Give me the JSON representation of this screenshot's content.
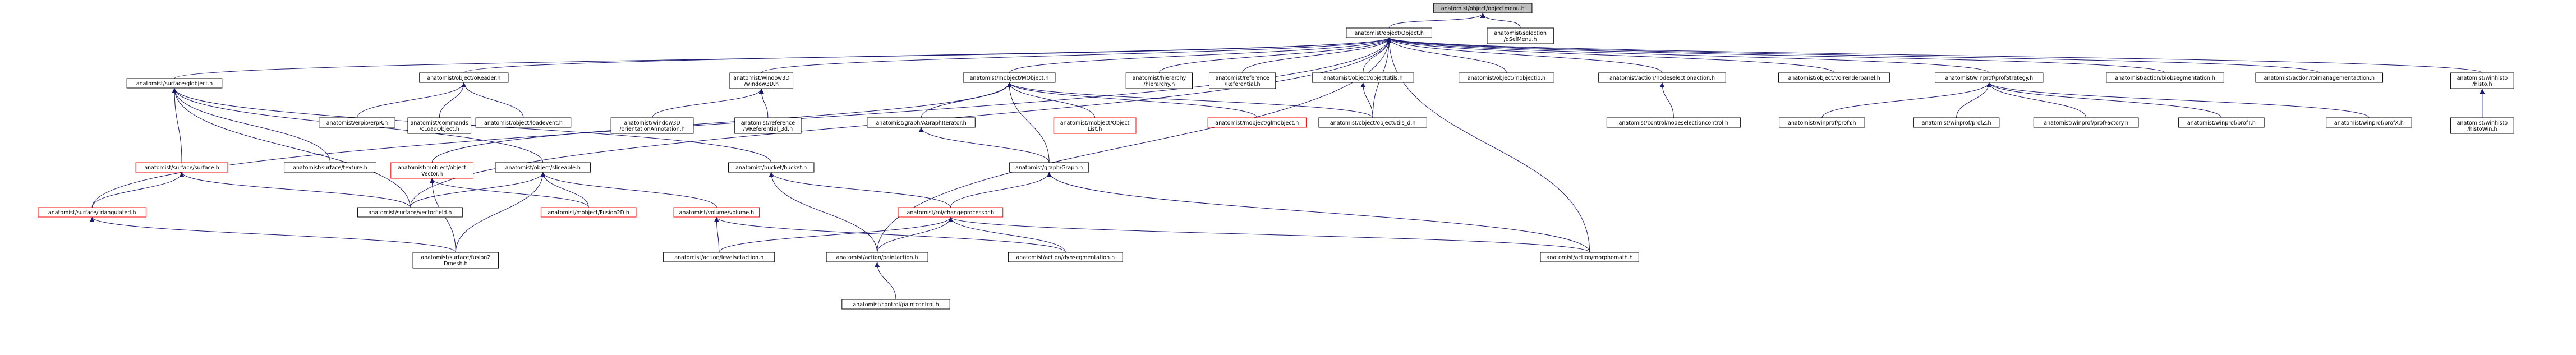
{
  "diagram": {
    "type": "include-dependency-graph",
    "colors": {
      "edge": "#191970",
      "node_border_normal": "#000000",
      "node_border_missing": "#ff0000",
      "root_fill": "#bfbfbf",
      "node_fill": "#ffffff",
      "text": "#000000"
    },
    "nodes": [
      {
        "id": "objectmenu",
        "lines": [
          "anatomist/object/objectmenu.h"
        ],
        "style": "root"
      },
      {
        "id": "object_h",
        "lines": [
          "anatomist/object/Object.h"
        ],
        "style": "normal"
      },
      {
        "id": "selmenu",
        "lines": [
          "anatomist/selection",
          "/qSelMenu.h"
        ],
        "style": "normal"
      },
      {
        "id": "globject",
        "lines": [
          "anatomist/surface/globject.h"
        ],
        "style": "normal"
      },
      {
        "id": "oreader",
        "lines": [
          "anatomist/object/oReader.h"
        ],
        "style": "normal"
      },
      {
        "id": "window3d",
        "lines": [
          "anatomist/window3D",
          "/window3D.h"
        ],
        "style": "normal"
      },
      {
        "id": "mobject",
        "lines": [
          "anatomist/mobject/MObject.h"
        ],
        "style": "normal"
      },
      {
        "id": "hierarchy",
        "lines": [
          "anatomist/hierarchy",
          "/hierarchy.h"
        ],
        "style": "normal"
      },
      {
        "id": "referential",
        "lines": [
          "anatomist/reference",
          "/Referential.h"
        ],
        "style": "normal"
      },
      {
        "id": "objectutils",
        "lines": [
          "anatomist/object/objectutils.h"
        ],
        "style": "normal"
      },
      {
        "id": "mobjectio",
        "lines": [
          "anatomist/object/mobjectio.h"
        ],
        "style": "normal"
      },
      {
        "id": "nodeselaction",
        "lines": [
          "anatomist/action/nodeselectionaction.h"
        ],
        "style": "normal"
      },
      {
        "id": "volrenderpanel",
        "lines": [
          "anatomist/object/volrenderpanel.h"
        ],
        "style": "normal"
      },
      {
        "id": "profstrategy",
        "lines": [
          "anatomist/winprof/profStrategy.h"
        ],
        "style": "normal"
      },
      {
        "id": "blobseg",
        "lines": [
          "anatomist/action/blobsegmentation.h"
        ],
        "style": "normal"
      },
      {
        "id": "roimanag",
        "lines": [
          "anatomist/action/roimanagementaction.h"
        ],
        "style": "normal"
      },
      {
        "id": "histo",
        "lines": [
          "anatomist/winhisto",
          "/histo.h"
        ],
        "style": "normal"
      },
      {
        "id": "erpr",
        "lines": [
          "anatomist/erpio/erpR.h"
        ],
        "style": "normal"
      },
      {
        "id": "cloadobject",
        "lines": [
          "anatomist/commands",
          "/cLoadObject.h"
        ],
        "style": "normal"
      },
      {
        "id": "loadevent",
        "lines": [
          "anatomist/object/loadevent.h"
        ],
        "style": "normal"
      },
      {
        "id": "orientannot",
        "lines": [
          "anatomist/window3D",
          "/orientationAnnotation.h"
        ],
        "style": "normal"
      },
      {
        "id": "wreferential",
        "lines": [
          "anatomist/reference",
          "/wReferential_3d.h"
        ],
        "style": "normal"
      },
      {
        "id": "agraphiterator",
        "lines": [
          "anatomist/graph/AGraphIterator.h"
        ],
        "style": "normal"
      },
      {
        "id": "objectlist",
        "lines": [
          "anatomist/mobject/Object",
          "List.h"
        ],
        "style": "missing"
      },
      {
        "id": "glmobject",
        "lines": [
          "anatomist/mobject/glmobject.h"
        ],
        "style": "missing"
      },
      {
        "id": "objectutils_d",
        "lines": [
          "anatomist/object/objectutils_d.h"
        ],
        "style": "normal"
      },
      {
        "id": "nodeselcontrol",
        "lines": [
          "anatomist/control/nodeselectioncontrol.h"
        ],
        "style": "normal"
      },
      {
        "id": "profy",
        "lines": [
          "anatomist/winprof/profY.h"
        ],
        "style": "normal"
      },
      {
        "id": "profz",
        "lines": [
          "anatomist/winprof/profZ.h"
        ],
        "style": "normal"
      },
      {
        "id": "proffactory",
        "lines": [
          "anatomist/winprof/profFactory.h"
        ],
        "style": "normal"
      },
      {
        "id": "proft",
        "lines": [
          "anatomist/winprof/profT.h"
        ],
        "style": "normal"
      },
      {
        "id": "profx",
        "lines": [
          "anatomist/winprof/profX.h"
        ],
        "style": "normal"
      },
      {
        "id": "histowin",
        "lines": [
          "anatomist/winhisto",
          "/histoWin.h"
        ],
        "style": "normal"
      },
      {
        "id": "surface",
        "lines": [
          "anatomist/surface/surface.h"
        ],
        "style": "missing"
      },
      {
        "id": "texture",
        "lines": [
          "anatomist/surface/texture.h"
        ],
        "style": "normal"
      },
      {
        "id": "objvector",
        "lines": [
          "anatomist/mobject/object",
          "Vector.h"
        ],
        "style": "missing"
      },
      {
        "id": "sliceable",
        "lines": [
          "anatomist/object/sliceable.h"
        ],
        "style": "normal"
      },
      {
        "id": "bucket",
        "lines": [
          "anatomist/bucket/bucket.h"
        ],
        "style": "normal"
      },
      {
        "id": "graph",
        "lines": [
          "anatomist/graph/Graph.h"
        ],
        "style": "normal"
      },
      {
        "id": "triangulated",
        "lines": [
          "anatomist/surface/triangulated.h"
        ],
        "style": "missing"
      },
      {
        "id": "vectorfield",
        "lines": [
          "anatomist/surface/vectorfield.h"
        ],
        "style": "normal"
      },
      {
        "id": "fusion2d",
        "lines": [
          "anatomist/mobject/Fusion2D.h"
        ],
        "style": "missing"
      },
      {
        "id": "volume",
        "lines": [
          "anatomist/volume/volume.h"
        ],
        "style": "missing"
      },
      {
        "id": "roichange",
        "lines": [
          "anatomist/roi/changeprocessor.h"
        ],
        "style": "missing"
      },
      {
        "id": "fusion2dmesh",
        "lines": [
          "anatomist/surface/fusion2",
          "Dmesh.h"
        ],
        "style": "normal"
      },
      {
        "id": "levelset",
        "lines": [
          "anatomist/action/levelsetaction.h"
        ],
        "style": "normal"
      },
      {
        "id": "paintaction",
        "lines": [
          "anatomist/action/paintaction.h"
        ],
        "style": "normal"
      },
      {
        "id": "dynseg",
        "lines": [
          "anatomist/action/dynsegmentation.h"
        ],
        "style": "normal"
      },
      {
        "id": "morphomath",
        "lines": [
          "anatomist/action/morphomath.h"
        ],
        "style": "normal"
      },
      {
        "id": "paintcontrol",
        "lines": [
          "anatomist/control/paintcontrol.h"
        ],
        "style": "normal"
      }
    ],
    "edges": [
      [
        "objectmenu",
        "object_h"
      ],
      [
        "objectmenu",
        "selmenu"
      ],
      [
        "object_h",
        "globject"
      ],
      [
        "object_h",
        "oreader"
      ],
      [
        "object_h",
        "window3d"
      ],
      [
        "object_h",
        "mobject"
      ],
      [
        "object_h",
        "hierarchy"
      ],
      [
        "object_h",
        "referential"
      ],
      [
        "object_h",
        "objectutils"
      ],
      [
        "object_h",
        "mobjectio"
      ],
      [
        "object_h",
        "nodeselaction"
      ],
      [
        "object_h",
        "volrenderpanel"
      ],
      [
        "object_h",
        "profstrategy"
      ],
      [
        "object_h",
        "blobseg"
      ],
      [
        "object_h",
        "roimanag"
      ],
      [
        "object_h",
        "histo"
      ],
      [
        "object_h",
        "paintaction"
      ],
      [
        "object_h",
        "morphomath"
      ],
      [
        "object_h",
        "vectorfield"
      ],
      [
        "object_h",
        "triangulated"
      ],
      [
        "object_h",
        "objectutils_d"
      ],
      [
        "oreader",
        "erpr"
      ],
      [
        "oreader",
        "cloadobject"
      ],
      [
        "oreader",
        "loadevent"
      ],
      [
        "window3d",
        "orientannot"
      ],
      [
        "window3d",
        "wreferential"
      ],
      [
        "mobject",
        "agraphiterator"
      ],
      [
        "mobject",
        "objectlist"
      ],
      [
        "mobject",
        "glmobject"
      ],
      [
        "mobject",
        "objectutils_d"
      ],
      [
        "mobject",
        "objvector"
      ],
      [
        "mobject",
        "graph"
      ],
      [
        "objectutils",
        "objectutils_d"
      ],
      [
        "nodeselaction",
        "nodeselcontrol"
      ],
      [
        "profstrategy",
        "profy"
      ],
      [
        "profstrategy",
        "profz"
      ],
      [
        "profstrategy",
        "proffactory"
      ],
      [
        "profstrategy",
        "proft"
      ],
      [
        "profstrategy",
        "profx"
      ],
      [
        "histo",
        "histowin"
      ],
      [
        "globject",
        "surface"
      ],
      [
        "globject",
        "texture"
      ],
      [
        "globject",
        "sliceable"
      ],
      [
        "globject",
        "bucket"
      ],
      [
        "globject",
        "vectorfield"
      ],
      [
        "agraphiterator",
        "graph"
      ],
      [
        "surface",
        "triangulated"
      ],
      [
        "surface",
        "vectorfield"
      ],
      [
        "objvector",
        "fusion2d"
      ],
      [
        "objvector",
        "fusion2dmesh"
      ],
      [
        "sliceable",
        "vectorfield"
      ],
      [
        "sliceable",
        "fusion2d"
      ],
      [
        "sliceable",
        "volume"
      ],
      [
        "sliceable",
        "fusion2dmesh"
      ],
      [
        "bucket",
        "roichange"
      ],
      [
        "bucket",
        "paintaction"
      ],
      [
        "graph",
        "roichange"
      ],
      [
        "graph",
        "morphomath"
      ],
      [
        "triangulated",
        "fusion2dmesh"
      ],
      [
        "volume",
        "levelset"
      ],
      [
        "volume",
        "dynseg"
      ],
      [
        "roichange",
        "levelset"
      ],
      [
        "roichange",
        "paintaction"
      ],
      [
        "roichange",
        "dynseg"
      ],
      [
        "roichange",
        "morphomath"
      ],
      [
        "paintaction",
        "paintcontrol"
      ]
    ]
  }
}
